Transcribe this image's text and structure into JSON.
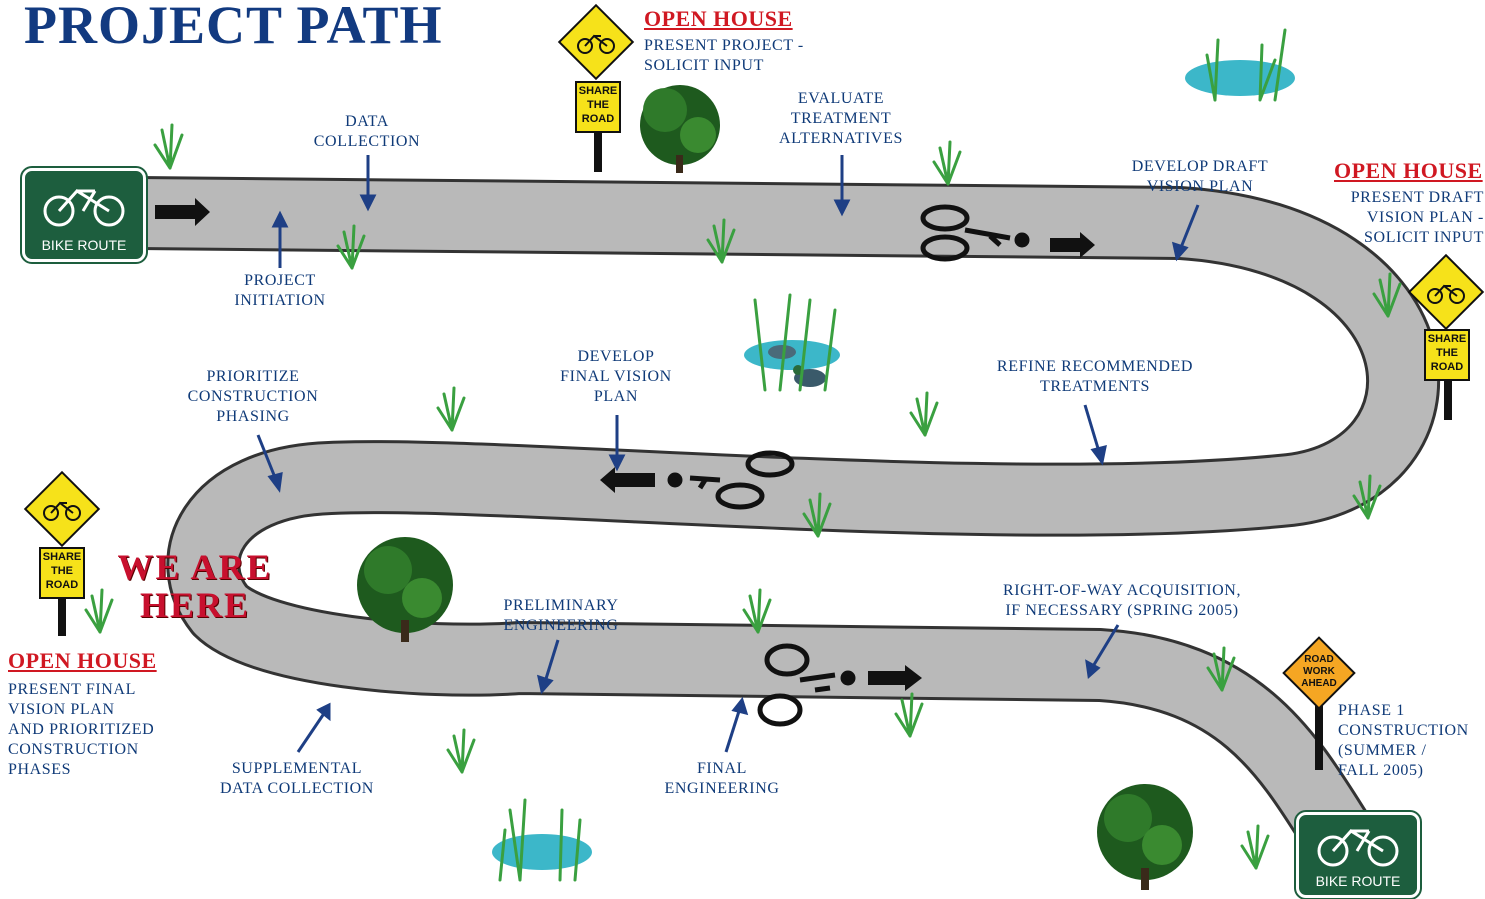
{
  "title": "PROJECT PATH",
  "colors": {
    "road": "#b9b9b9",
    "label": "#0f3a78",
    "open_house": "#d01822",
    "we_are_here": "#c8102e",
    "bike_sign": "#1d5e3e",
    "share_sign": "#f6e21a",
    "work_sign": "#f5a623"
  },
  "we_are_here": {
    "line1": "WE ARE",
    "line2": "HERE"
  },
  "open_houses": [
    {
      "heading": "OPEN HOUSE",
      "lines": [
        "PRESENT PROJECT -",
        "SOLICIT INPUT"
      ]
    },
    {
      "heading": "OPEN HOUSE",
      "lines": [
        "PRESENT DRAFT",
        "VISION PLAN -",
        "SOLICIT INPUT"
      ]
    },
    {
      "heading": "OPEN HOUSE",
      "lines": [
        "PRESENT FINAL",
        "VISION PLAN",
        "AND PRIORITIZED",
        "CONSTRUCTION",
        "PHASES"
      ]
    }
  ],
  "steps": [
    {
      "lines": [
        "DATA",
        "COLLECTION"
      ]
    },
    {
      "lines": [
        "PROJECT",
        "INITIATION"
      ]
    },
    {
      "lines": [
        "EVALUATE",
        "TREATMENT",
        "ALTERNATIVES"
      ]
    },
    {
      "lines": [
        "DEVELOP DRAFT",
        "VISION PLAN"
      ]
    },
    {
      "lines": [
        "REFINE RECOMMENDED",
        "TREATMENTS"
      ]
    },
    {
      "lines": [
        "DEVELOP",
        "FINAL VISION",
        "PLAN"
      ]
    },
    {
      "lines": [
        "PRIORITIZE",
        "CONSTRUCTION",
        "PHASING"
      ]
    },
    {
      "lines": [
        "PRELIMINARY",
        "ENGINEERING"
      ]
    },
    {
      "lines": [
        "SUPPLEMENTAL",
        "DATA COLLECTION"
      ]
    },
    {
      "lines": [
        "FINAL",
        "ENGINEERING"
      ]
    },
    {
      "lines": [
        "RIGHT-OF-WAY ACQUISITION,",
        "IF NECESSARY (SPRING 2005)"
      ]
    },
    {
      "lines": [
        "PHASE 1",
        "CONSTRUCTION",
        "(SUMMER /",
        "FALL 2005)"
      ]
    }
  ],
  "signs": {
    "bike_route": "BIKE ROUTE",
    "share_the_road": "SHARE\nTHE\nROAD",
    "road_work_ahead": "ROAD\nWORK\nAHEAD"
  },
  "icons": [
    "bicycle-icon",
    "arrow-icon",
    "tree-icon",
    "grass-icon",
    "pond-icon",
    "duck-icon"
  ]
}
